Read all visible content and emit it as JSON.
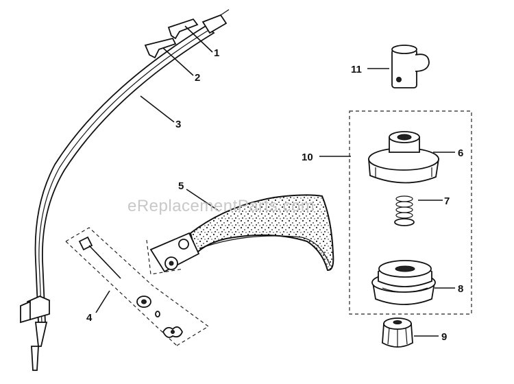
{
  "diagram": {
    "watermark": "eReplacementParts.com",
    "callouts": [
      {
        "id": "1",
        "label": "1"
      },
      {
        "id": "2",
        "label": "2"
      },
      {
        "id": "3",
        "label": "3"
      },
      {
        "id": "4",
        "label": "4"
      },
      {
        "id": "5",
        "label": "5"
      },
      {
        "id": "6",
        "label": "6"
      },
      {
        "id": "7",
        "label": "7"
      },
      {
        "id": "8",
        "label": "8"
      },
      {
        "id": "9",
        "label": "9"
      },
      {
        "id": "10",
        "label": "10"
      },
      {
        "id": "11",
        "label": "11"
      }
    ]
  },
  "colors": {
    "ink": "#111111",
    "background": "#ffffff",
    "watermark": "#c8c8c8"
  }
}
